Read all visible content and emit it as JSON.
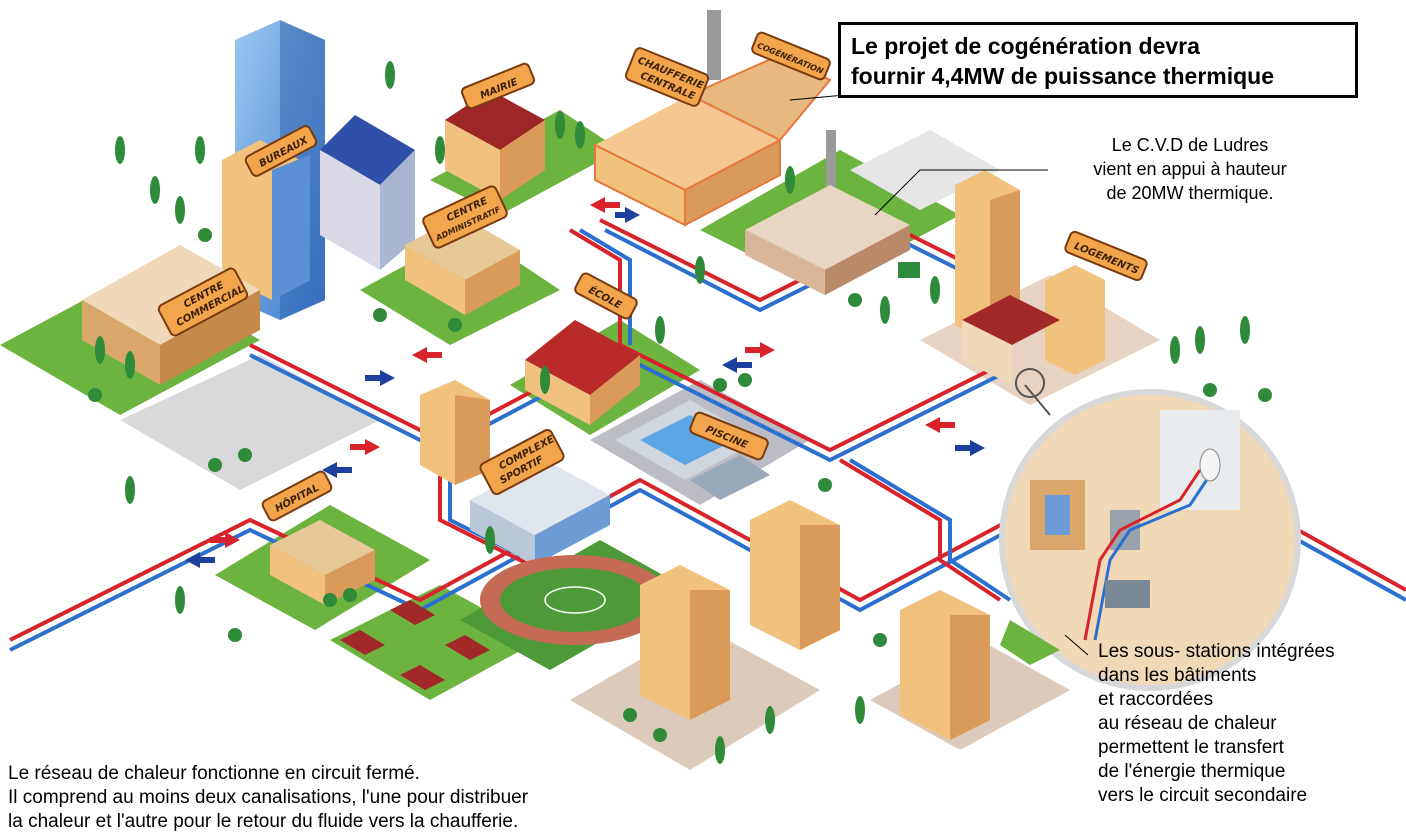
{
  "callouts": {
    "cogeneration": [
      "Le projet de cogénération devra",
      "fournir 4,4MW de puissance thermique"
    ],
    "cvd": [
      "Le C.V.D de Ludres",
      "vient en appui à hauteur",
      "de 20MW thermique."
    ],
    "substations": [
      "Les sous- stations intégrées",
      "dans les bâtiments",
      "et raccordées",
      "au réseau de chaleur",
      "permettent le transfert",
      "de l'énergie thermique",
      "vers le circuit secondaire"
    ],
    "network": [
      "Le réseau de chaleur fonctionne en circuit fermé.",
      "Il comprend au moins deux canalisations, l'une pour distribuer",
      "la chaleur et l'autre pour le retour du fluide vers la chaufferie."
    ]
  },
  "signs": {
    "mairie": "MAIRIE",
    "chaufferie": [
      "CHAUFFERIE",
      "CENTRALE"
    ],
    "cogeneration": "COGÉNÉRATION",
    "bureaux": "BUREAUX",
    "centre_admin": [
      "CENTRE",
      "ADMINISTRATIF"
    ],
    "centre_commercial": [
      "CENTRE",
      "COMMERCIAL"
    ],
    "ecole": "ÉCOLE",
    "logements": "LOGEMENTS",
    "piscine": "PISCINE",
    "complexe": [
      "COMPLEXE",
      "SPORTIF"
    ],
    "hopital": "HÔPITAL"
  },
  "colors": {
    "supply_pipe": "#d9232b",
    "return_pipe": "#2b6fd1",
    "grass": "#6db33f",
    "sign_bg": "#f2a54a",
    "building": "#f1c27d"
  }
}
